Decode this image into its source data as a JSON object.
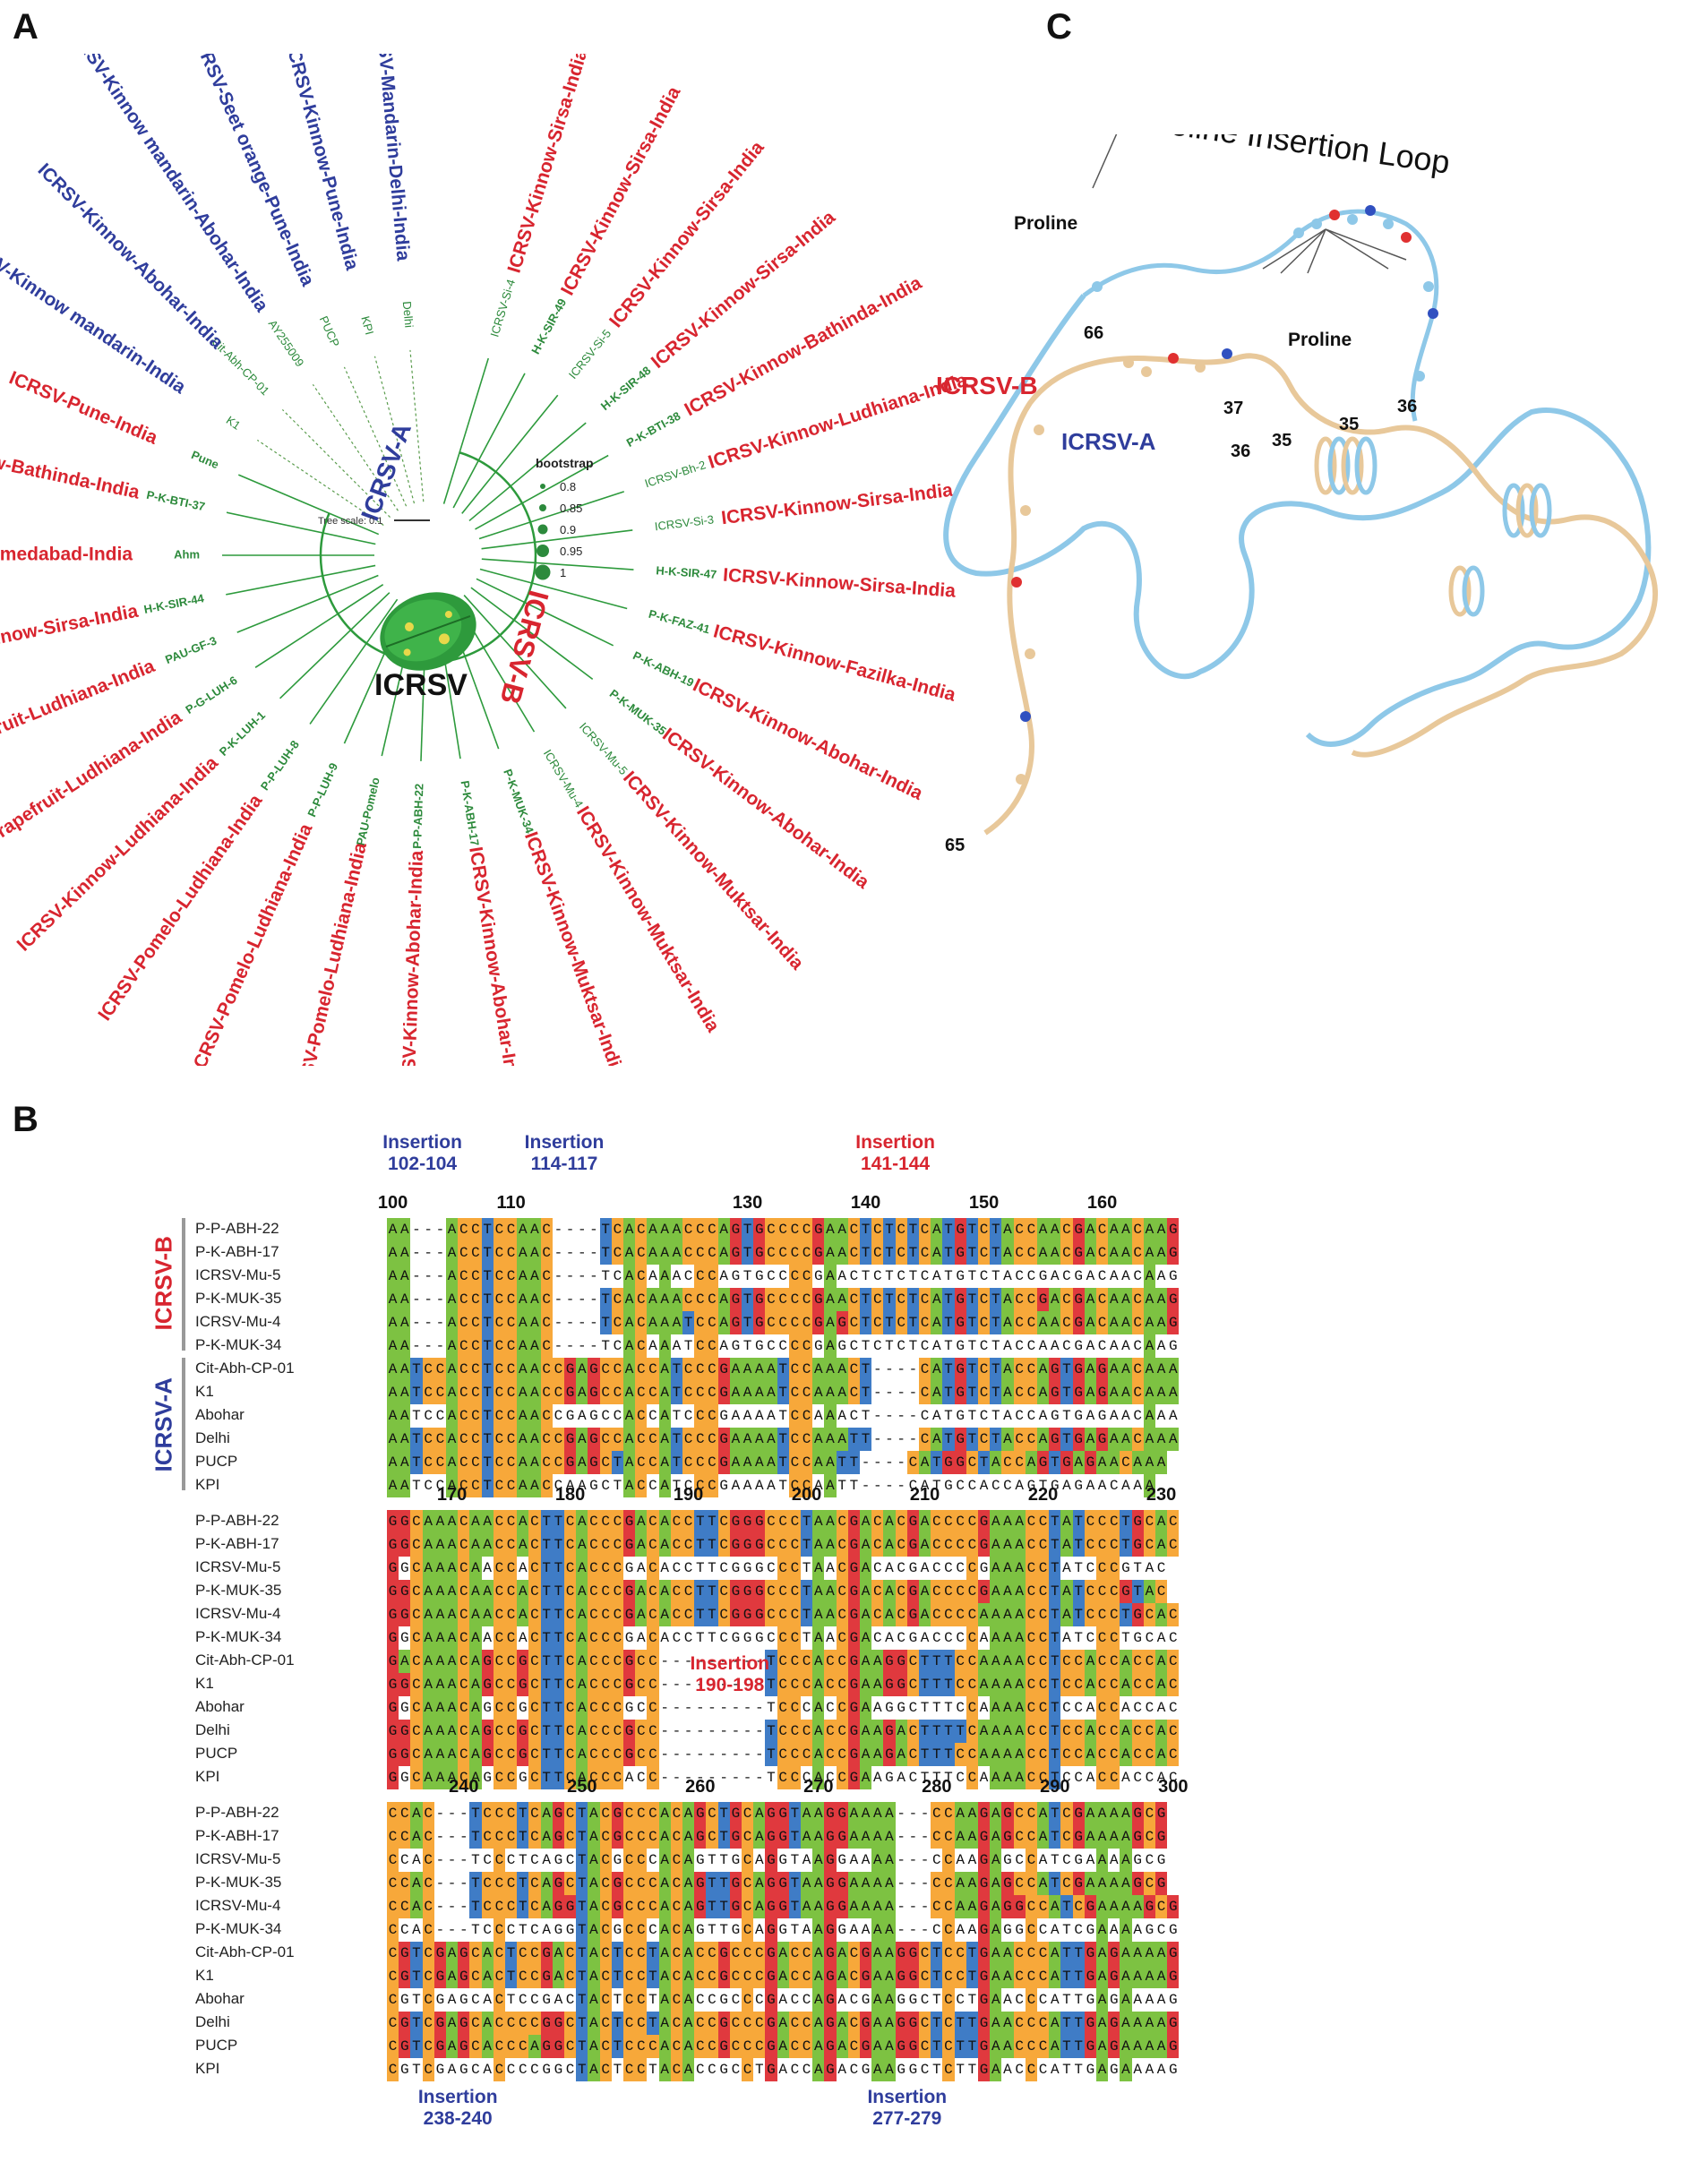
{
  "panels": {
    "a": "A",
    "b": "B",
    "c": "C"
  },
  "tree": {
    "center_label": "ICRSV",
    "group_a_label": "ICRSV-A",
    "group_b_label": "ICRSV-B",
    "scale_label": "Tree scale: 0.1",
    "bootstrap_title": "bootstrap",
    "bootstrap_values": [
      "0.8",
      "0.85",
      "0.9",
      "0.95",
      "1"
    ],
    "leaves": [
      {
        "name": "ICRSV-Mandarin-Delhi-India",
        "iso": "Delhi",
        "group": "A",
        "angle": -95
      },
      {
        "name": "ICRSV-Kinnow-Pune-India",
        "iso": "KPI",
        "group": "A",
        "angle": -105
      },
      {
        "name": "ICRSV-Seet orange-Pune-India",
        "iso": "PUCP",
        "group": "A",
        "angle": -114
      },
      {
        "name": "ICRSV-Kinnow mandarin-Abohar-India",
        "iso": "AY255009",
        "group": "A",
        "angle": -124
      },
      {
        "name": "ICRSV-Kinnow-Abohar-India",
        "iso": "Cit-Abh-CP-01",
        "group": "A",
        "angle": -135
      },
      {
        "name": "ICRSV-Kinnow mandarin-India",
        "iso": "K1",
        "group": "A",
        "angle": -146
      },
      {
        "name": "ICRSV-Pune-India",
        "iso": "Pune",
        "group": "B",
        "angle": -157
      },
      {
        "name": "ICRSV-Kinnow-Bathinda-India",
        "iso": "P-K-BTI-37",
        "group": "B",
        "angle": -168
      },
      {
        "name": "ICRSV-Ahmedabad-India",
        "iso": "Ahm",
        "group": "B",
        "angle": -180
      },
      {
        "name": "ICRSV-Kinnow-Sirsa-India",
        "iso": "H-K-SIR-44",
        "group": "B",
        "angle": -191
      },
      {
        "name": "ICRSV-Grapefruit-Ludhiana-India",
        "iso": "PAU-GF-3",
        "group": "B",
        "angle": -202
      },
      {
        "name": "ICRSV-Grapefruit-Ludhiana-India",
        "iso": "P-G-LUH-6",
        "group": "B",
        "angle": -213
      },
      {
        "name": "ICRSV-Kinnow-Ludhiana-India",
        "iso": "P-K-LUH-1",
        "group": "B",
        "angle": -224
      },
      {
        "name": "ICRSV-Pomelo-Ludhiana-India",
        "iso": "P-P-LUH-8",
        "group": "B",
        "angle": -235
      },
      {
        "name": "ICRSV-Pomelo-Ludhiana-India",
        "iso": "P-P-LUH-9",
        "group": "B",
        "angle": -246
      },
      {
        "name": "ICRSV-Pomelo-Ludhiana-India",
        "iso": "PAU-Pomelo",
        "group": "B",
        "angle": -257
      },
      {
        "name": "ICRSV-Kinnow-Abohar-India",
        "iso": "P-P-ABH-22",
        "group": "B",
        "angle": -268
      },
      {
        "name": "ICRSV-Kinnow-Abohar-India",
        "iso": "P-K-ABH-17",
        "group": "B",
        "angle": -279
      },
      {
        "name": "ICRSV-Kinnow-Muktsar-India",
        "iso": "P-K-MUK-34",
        "group": "B",
        "angle": -290
      },
      {
        "name": "ICRSV-Kinnow-Muktsar-India",
        "iso": "ICRSV-Mu-4",
        "group": "B",
        "angle": -301
      },
      {
        "name": "ICRSV-Kinnow-Muktsar-India",
        "iso": "ICRSV-Mu-5",
        "group": "B",
        "angle": -312
      },
      {
        "name": "ICRSV-Kinnow-Abohar-India",
        "iso": "P-K-MUK-35",
        "group": "B",
        "angle": -323
      },
      {
        "name": "ICRSV-Kinnow-Abohar-India",
        "iso": "P-K-ABH-19",
        "group": "B",
        "angle": -334
      },
      {
        "name": "ICRSV-Kinnow-Fazilka-India",
        "iso": "P-K-FAZ-41",
        "group": "B",
        "angle": -345
      },
      {
        "name": "ICRSV-Kinnow-Sirsa-India",
        "iso": "H-K-SIR-47",
        "group": "B",
        "angle": -356
      },
      {
        "name": "ICRSV-Kinnow-Sirsa-India",
        "iso": "ICRSV-Si-3",
        "group": "B",
        "angle": -367
      },
      {
        "name": "ICRSV-Kinnow-Ludhiana-India",
        "iso": "ICRSV-Bh-2",
        "group": "B",
        "angle": -378
      },
      {
        "name": "ICRSV-Kinnow-Bathinda-India",
        "iso": "P-K-BTI-38",
        "group": "B",
        "angle": -389
      },
      {
        "name": "ICRSV-Kinnow-Sirsa-India",
        "iso": "H-K-SIR-48",
        "group": "B",
        "angle": -400
      },
      {
        "name": "ICRSV-Kinnow-Sirsa-India",
        "iso": "ICRSV-Si-5",
        "group": "B",
        "angle": -411
      },
      {
        "name": "ICRSV-Kinnow-Sirsa-India",
        "iso": "H-K-SIR-49",
        "group": "B",
        "angle": -422
      },
      {
        "name": "ICRSV-Kinnow-Sirsa-India",
        "iso": "ICRSV-Si-4",
        "group": "B",
        "angle": -433
      }
    ]
  },
  "structure": {
    "title": "Proline Insertion Loop",
    "proline_labels": [
      "Proline",
      "Proline"
    ],
    "residue_labels": [
      "66",
      "37",
      "36",
      "35",
      "35",
      "36",
      "65"
    ],
    "label_b": "ICRSV-B",
    "label_a": "ICRSV-A"
  },
  "alignment": {
    "group_b_label": "ICRSV-B",
    "group_a_label": "ICRSV-A",
    "names": [
      "P-P-ABH-22",
      "P-K-ABH-17",
      "ICRSV-Mu-5",
      "P-K-MUK-35",
      "ICRSV-Mu-4",
      "P-K-MUK-34",
      "Cit-Abh-CP-01",
      "K1",
      "Abohar",
      "Delhi",
      "PUCP",
      "KPI"
    ],
    "blocks": [
      {
        "ticks": [
          {
            "label": "100",
            "col": 0
          },
          {
            "label": "110",
            "col": 10
          },
          {
            "label": "130",
            "col": 30
          },
          {
            "label": "140",
            "col": 40
          },
          {
            "label": "150",
            "col": 50
          },
          {
            "label": "160",
            "col": 60
          }
        ],
        "insertions": [
          {
            "text": "Insertion 102-104",
            "lines": [
              "Insertion",
              "102-104"
            ],
            "color": "blue",
            "col": 3
          },
          {
            "text": "Insertion 114-117",
            "lines": [
              "Insertion",
              "114-117"
            ],
            "color": "blue",
            "col": 15
          },
          {
            "text": "Insertion 141-144",
            "lines": [
              "Insertion",
              "141-144"
            ],
            "color": "red",
            "col": 43
          }
        ],
        "rows": [
          "AA---ACCTCCAAC----TCACAAACCCAGTGCCCCGAACTCTCTCATGTCTACCAACGACAACAAG",
          "AA---ACCTCCAAC----TCACAAACCCAGTGCCCCGAACTCTCTCATGTCTACCAACGACAACAAG",
          "AA---ACCTCCAAC----TCACAAACCCAGTGCCCCGAACTCTCTCATGTCTACCGACGACAACAAG",
          "AA---ACCTCCAAC----TCACAAACCCAGTGCCCCGAACTCTCTCATGTCTACCGACGACAACAAG",
          "AA---ACCTCCAAC----TCACAAATCCAGTGCCCCGAGCTCTCTCATGTCTACCAACGACAACAAG",
          "AA---ACCTCCAAC----TCACAAATCCAGTGCCCCGAGCTCTCTCATGTCTACCAACGACAACAAG",
          "AATCCACCTCCAACCGAGCCACCATCCCGAAAATCCAAACT----CATGTCTACCAGTGAGAACAAA",
          "AATCCACCTCCAACCGAGCCACCATCCCGAAAATCCAAACT----CATGTCTACCAGTGAGAACAAA",
          "AATCCACCTCCAACCGAGCCACCATCCCGAAAATCCAAACT----CATGTCTACCAGTGAGAACAAA",
          "AATCCACCTCCAACCGAGCCACCATCCCGAAAATCCAAATT----CATGTCTACCAGTGAGAACAAA",
          "AATCCACCTCCAACCGAGCTACCATCCCGAAAATCCAATT----CATGGCTACCAGTGAGAACAAA",
          "AATCCACCTCCAACCAAGCTACCATCCCGAAAATCCAATT----CATGCCACCAGTGAGAACAAA"
        ]
      },
      {
        "ticks": [
          {
            "label": "170",
            "col": 5
          },
          {
            "label": "180",
            "col": 15
          },
          {
            "label": "190",
            "col": 25
          },
          {
            "label": "200",
            "col": 35
          },
          {
            "label": "210",
            "col": 45
          },
          {
            "label": "220",
            "col": 55
          },
          {
            "label": "230",
            "col": 65
          }
        ],
        "insertions": [
          {
            "text": "Insertion 190-198",
            "lines": [
              "Insertion",
              "190-198"
            ],
            "color": "red",
            "col": 29
          }
        ],
        "rows": [
          "GGCAAACAACCACTTCACCCGACACCTTCGGGCCCTAACGACACGACCCCGAAACCTATCCCTGCAC",
          "GGCAAACAACCACTTCACCCGACACCTTCGGGCCCTAACGACACGACCCCGAAACCTATCCCTGCAC",
          "GGCAAACAACCACTTCACCCGACACCTTCGGGCCCTAACGACACGACCCCGAAACCTATCCCGTAC",
          "GGCAAACAACCACTTCACCCGACACCTTCGGGCCCTAACGACACGACCCCGAAACCTATCCCGTAC",
          "GGCAAACAACCACTTCACCCGACACCTTCGGGCCCTAACGACACGACCCCAAAACCTATCCCTGCAC",
          "GGCAAACAACCACTTCACCCGACACCTTCGGGCCCTAACGACACGACCCCAAAACCTATCCCTGCAC",
          "GACAAACAGCCGCTTCACCCGCC---------TCCCACCGAAGGCTTTCCAAAACCTCCACCACCAC",
          "GGCAAACAGCCGCTTCACCCGCC---------TCCCACCGAAGGCTTTCCAAAACCTCCACCACCAC",
          "GGCAAACAGCCGCTTCACCCGCC---------TCCCACCGAAGGCTTTCCAAAACCTCCACCACCAC",
          "GGCAAACAGCCGCTTCACCCGCC---------TCCCACCGAAGACTTTTCAAAACCTCCACCACCAC",
          "GGCAAACAGCCGCTTCACCCGCC---------TCCCACCGAAGACTTTCCAAAACCTCCACCACCAC",
          "GGCAAACAGCCGCTTCACCCACC---------TCCCACCGAAGACTTTCCAAAACCTCCACCACCAC"
        ]
      },
      {
        "ticks": [
          {
            "label": "240",
            "col": 6
          },
          {
            "label": "250",
            "col": 16
          },
          {
            "label": "260",
            "col": 26
          },
          {
            "label": "270",
            "col": 36
          },
          {
            "label": "280",
            "col": 46
          },
          {
            "label": "290",
            "col": 56
          },
          {
            "label": "300",
            "col": 66
          }
        ],
        "insertions": [
          {
            "text": "Insertion 238-240",
            "lines": [
              "Insertion",
              "238-240"
            ],
            "color": "blue",
            "col": 6
          },
          {
            "text": "Insertion 277-279",
            "lines": [
              "Insertion",
              "277-279"
            ],
            "color": "blue",
            "col": 44
          }
        ],
        "rows": [
          "CCAC---TCCCTCAGCTACGCCCACAGCTGCAGGTAAGGAAAA---CCAAGAGCCATCGAAAAGCG",
          "CCAC---TCCCTCAGCTACGCCCACAGCTGCAGGTAAGGAAAA---CCAAGAGCCATCGAAAAGCG",
          "CCAC---TCCCTCAGCTACGCCCACAGTTGCAGGTAAGGAAAA---CCAAGAGCCATCGAAAAGCG",
          "CCAC---TCCCTCAGCTACGCCCACAGTTGCAGGTAAGGAAAA---CCAAGAGCCATCGAAAAGCG",
          "CCAC---TCCCTCAGGTACGCCCACAGTTGCAGGTAAGGAAAA---CCAAGAGGCCATCGAAAAGCG",
          "CCAC---TCCCTCAGGTACGCCCACAGTTGCAGGTAAGGAAAA---CCAAGAGGCCATCGAAAAGCG",
          "CGTCGAGCACTCCGACTACTCCTACACCGCCCGACCAGACGAAGGCTCCTGAACCCATTGAGAAAAG",
          "CGTCGAGCACTCCGACTACTCCTACACCGCCCGACCAGACGAAGGCTCCTGAACCCATTGAGAAAAG",
          "CGTCGAGCACTCCGACTACTCCTACACCGCCCGACCAGACGAAGGCTCCTGAACCCATTGAGAAAAG",
          "CGTCGAGCACCCCGGCTACTCCTACACCGCCCGACCAGACGAAGGCTCTTGAACCCATTGAGAAAAG",
          "CGTCGAGCACCCAGGCTACTCCCACACCGCCCGACCAGACGAAGGCTCTTGAACCCATTGAGAAAAG",
          "CGTCGAGCACCCCGGCTACTCCTACACCGCCTGACCAGACGAAGGCTCTTGAACCCATTGAGAAAAG"
        ]
      }
    ],
    "colors": {
      "A": "#7dc242",
      "C": "#f7a83a",
      "G": "#e0393e",
      "T": "#3f7cc6"
    }
  }
}
